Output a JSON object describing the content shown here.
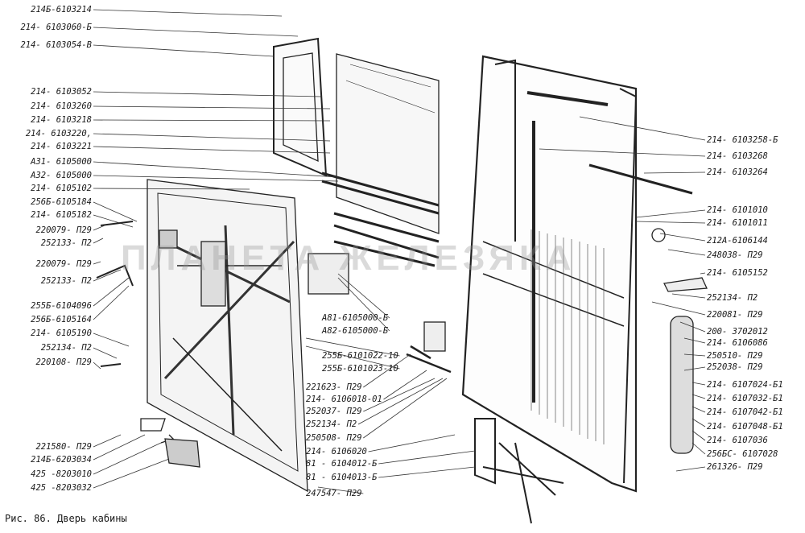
{
  "caption": "Рис. 86. Дверь кабины",
  "watermark": "ПЛАНЕТА ЖЕЛЕЗЯКА",
  "labels_left": [
    "214Б-6103214",
    "214- 6103060-Б",
    "214- 6103054-В",
    "214- 6103052",
    "214- 6103260",
    "214- 6103218",
    "214- 6103220,",
    "214- 6103221",
    "А31- 6105000",
    "А32- 6105000",
    "214- 6105102",
    "256Б-6105184",
    "214- 6105182",
    "220079- П29",
    "252133- П2",
    "220079- П29",
    "252133- П2",
    "255Б-6104096",
    "256Б-6105164",
    "214- 6105190",
    "252134- П2",
    "220108- П29",
    "221580- П29",
    "214Б-6203034",
    "425 -8203010",
    "425 -8203032"
  ],
  "labels_center": [
    "А81-6105000-Б",
    "А82-6105000-Б",
    "255Б-6101022-10",
    "255Б-6101023-10",
    "221623- П29",
    "214- 6106018-01",
    "252037- П29",
    "252134- П2",
    "250508- П29",
    "214- 6106020",
    "81 - 6104012-Б",
    "81 - 6104013-Б",
    "247547- П29"
  ],
  "labels_right": [
    "214- 6103258-Б",
    "214- 6103268",
    "214- 6103264",
    "214- 6101010",
    "214- 6101011",
    "212А-6106144",
    "248038- П29",
    "214- 6105152",
    "252134- П2",
    "220081- П29",
    "200- 3702012",
    "214- 6106086",
    "250510- П29",
    "252038- П29",
    "214- 6107024-Б1",
    "214- 6107032-Б1",
    "214- 6107042-Б1",
    "214- 6107048-Б1",
    "214- 6107036",
    "256БС- 6107028",
    "261326- П29"
  ]
}
